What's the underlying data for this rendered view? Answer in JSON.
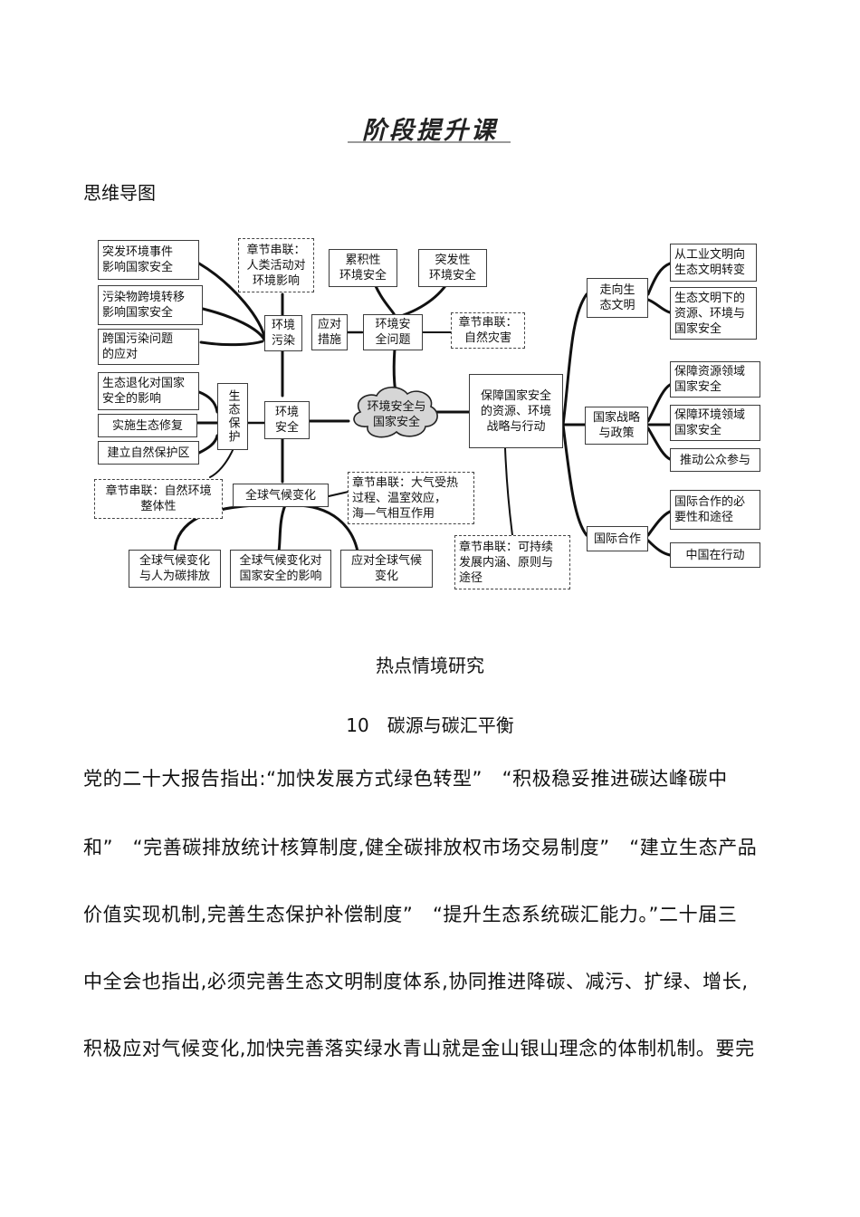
{
  "page": {
    "title": "阶段提升课",
    "section_label": "思维导图",
    "heading": "热点情境研究",
    "subheading": "10　碳源与碳汇平衡"
  },
  "mindmap": {
    "top_left": {
      "boxes": [
        "突发环境事件\n影响国家安全",
        "污染物跨境转移\n影响国家安全",
        "跨国污染问题\n的应对"
      ],
      "link": "章节串联：\n人类活动对\n环境影响",
      "node": "环境\n污染"
    },
    "top_center": {
      "box_a": "累积性\n环境安全",
      "box_b": "突发性\n环境安全",
      "node": "环境安\n全问题",
      "measure": "应对\n措施",
      "link": "章节串联：\n自然灾害"
    },
    "center": "环境安全与\n国家安全",
    "left_middle": {
      "boxes": [
        "生态退化对国家\n安全的影响",
        "实施生态修复",
        "建立自然保护区"
      ],
      "vertical": "生态保护",
      "node": "环境\n安全",
      "link": "章节串联：自然环境\n整体性"
    },
    "bottom": {
      "node": "全球气候变化",
      "link": "章节串联：大气受热\n过程、温室效应，\n海—气相互作用",
      "boxes": [
        "全球气候变化\n与人为碳排放",
        "全球气候变化对\n国家安全的影响",
        "应对全球气候\n变化"
      ]
    },
    "right": {
      "node": "保障国家安全\n的资源、环境\n战略与行动",
      "link": "章节串联：可持续\n发展内涵、原则与\n途径",
      "branch1": {
        "label": "走向生\n态文明",
        "items": [
          "从工业文明向\n生态文明转变",
          "生态文明下的\n资源、环境与\n国家安全"
        ]
      },
      "branch2": {
        "label": "国家战略\n与政策",
        "items": [
          "保障资源领域\n国家安全",
          "保障环境领域\n国家安全",
          "推动公众参与"
        ]
      },
      "branch3": {
        "label": "国际合作",
        "items": [
          "国际合作的必\n要性和途径",
          "中国在行动"
        ]
      }
    }
  },
  "paragraph": {
    "lines": [
      "党的二十大报告指出:“加快发展方式绿色转型”　“积极稳妥推进碳达峰碳中",
      "和”　“完善碳排放统计核算制度,健全碳排放权市场交易制度”　“建立生态产品",
      "价值实现机制,完善生态保护补偿制度”　“提升生态系统碳汇能力。”二十届三",
      "中全会也指出,必须完善生态文明制度体系,协同推进降碳、减污、扩绿、增长,",
      "积极应对气候变化,加快完善落实绿水青山就是金山银山理念的体制机制。要完"
    ]
  }
}
